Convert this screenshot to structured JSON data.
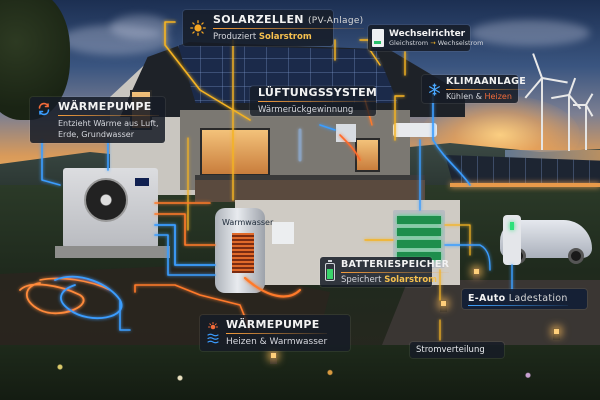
{
  "diagram": {
    "type": "smart-home-energy-infographic",
    "colors": {
      "electric_line": "#f5a623",
      "heat_line": "#ff7a2a",
      "cold_line": "#3b9dff",
      "label_bg": "#161c26",
      "highlight_yellow": "#f6c14f",
      "highlight_red": "#f26b3a"
    }
  },
  "labels": {
    "solar": {
      "icon": "sun-icon",
      "title": "SOLARZELLEN",
      "title_suffix": "(PV-Anlage)",
      "subtitle_prefix": "Produziert ",
      "subtitle_highlight": "Solarstrom"
    },
    "inverter": {
      "icon": "inverter-icon",
      "title": "Wechselrichter",
      "subtitle_from": "Gleichstrom",
      "subtitle_arrow": "→",
      "subtitle_to": "Wechselstrom"
    },
    "heatpump_top": {
      "icon": "heatpump-cycle-icon",
      "title": "WÄRMEPUMPE",
      "subtitle_line1": "Entzieht Wärme aus Luft,",
      "subtitle_line2": "Erde, Grundwasser"
    },
    "ventilation": {
      "title": "LÜFTUNGSSYSTEM",
      "subtitle": "Wärmerückgewinnung"
    },
    "ac": {
      "icon": "snowflake-icon",
      "title": "KLIMAANLAGE",
      "subtitle_prefix": "Kühlen & ",
      "subtitle_highlight": "Heizen"
    },
    "battery": {
      "icon": "battery-icon",
      "title": "BATTERIESPEICHER",
      "subtitle_prefix": "Speichert ",
      "subtitle_highlight": "Solarstrom"
    },
    "heatpump_bottom": {
      "icon": "sun-water-icon",
      "title": "WÄRMEPUMPE",
      "subtitle": "Heizen & Warmwasser"
    },
    "ev": {
      "title_bold": "E-Auto",
      "title_rest": " Ladestation"
    },
    "distribution": {
      "title": "Stromverteilung"
    },
    "tank": {
      "title": "Warmwasser"
    }
  }
}
